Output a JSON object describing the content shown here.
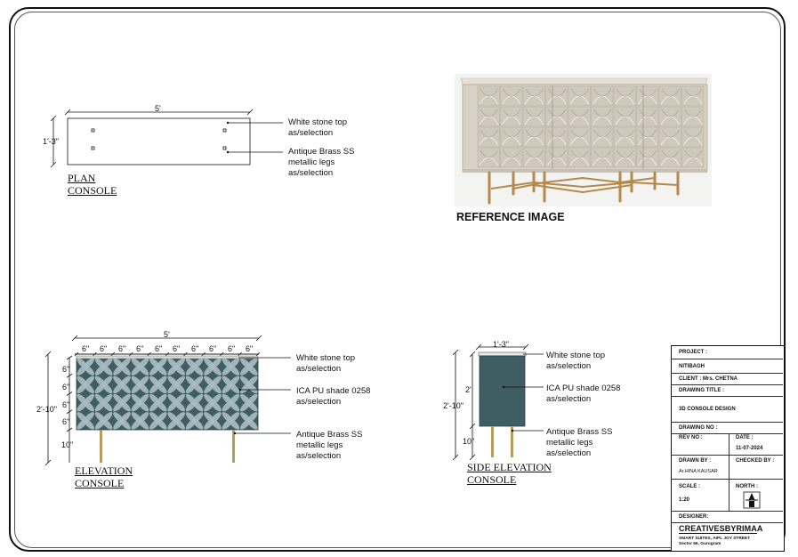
{
  "plan": {
    "title_line1": "PLAN",
    "title_line2": "CONSOLE",
    "width_dim": "5'",
    "depth_dim": "1'-3\"",
    "labels": [
      "White stone top",
      "as/selection",
      "Antique Brass SS",
      "metallic legs",
      "as/selection"
    ]
  },
  "reference": {
    "title": "REFERENCE IMAGE",
    "colors": {
      "body": "#d8d2c6",
      "panel": "#cfc9bc",
      "legs": "#b48a4c"
    }
  },
  "elevation": {
    "title_line1": "ELEVATION",
    "title_line2": "CONSOLE",
    "width_dim": "5'",
    "segment_dims": [
      "6\"",
      "6\"",
      "6\"",
      "6\"",
      "6\"",
      "6\"",
      "6\"",
      "6\"",
      "6\"",
      "6\""
    ],
    "height_dim": "2'-10\"",
    "row_dims": [
      "6\"",
      "6\"",
      "6\"",
      "6\""
    ],
    "leg_dim": "10\"",
    "labels": [
      "White stone top",
      "as/selection",
      "ICA PU shade 0258",
      "as/selection",
      "Antique Brass SS",
      "metallic legs",
      "as/selection"
    ],
    "colors": {
      "body": "#3f5e63",
      "petal": "#a9bcc0",
      "legs": "#b89a5c"
    }
  },
  "side_elevation": {
    "title_line1": "SIDE ELEVATION",
    "title_line2": "CONSOLE",
    "width_dim": "1'-3\"",
    "height_dim": "2'-10\"",
    "body_dim": "2'",
    "leg_dim": "10\"",
    "labels": [
      "White stone top",
      "as/selection",
      "ICA PU shade 0258",
      "as/selection",
      "Antique Brass SS",
      "metallic legs",
      "as/selection"
    ]
  },
  "title_block": {
    "project_label": "PROJECT :",
    "project_value": "NITIBAGH",
    "client": "CLIENT :  Mrs. CHETNA",
    "drawing_title_label": "DRAWING TITLE :",
    "drawing_title_value": "3D CONSOLE DESIGN",
    "drawing_no_label": "DRAWING NO :",
    "rev_label": "REV NO :",
    "date_label": "DATE :",
    "date_value": "11-07-2024",
    "drawn_by_label": "DRAWN BY :",
    "drawn_by_value": "Ar.HINA KAUSAR",
    "checked_by_label": "CHECKED BY :",
    "scale_label": "SCALE :",
    "scale_value": "1:20",
    "north_label": "NORTH :",
    "designer_label": "DESIGNER:",
    "designer_name": "CREATIVESBYRIMAA",
    "address_line1": "SMART SUITES, AIPL JOY STREET",
    "address_line2": "Sector 66, Gurugram"
  }
}
